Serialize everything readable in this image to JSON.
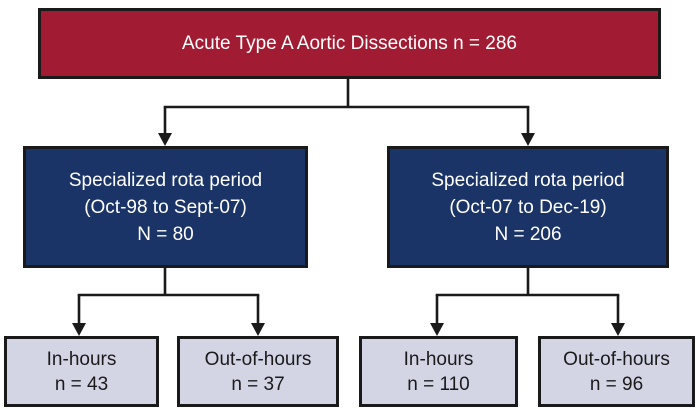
{
  "colors": {
    "root_box_bg": "#a11c33",
    "period_box_bg": "#1b3467",
    "leaf_box_bg": "#d3d5e5",
    "box_border": "#1a1a1a",
    "connector": "#1a1a1a",
    "root_text": "#ffffff",
    "period_text": "#ffffff",
    "leaf_text": "#1a1a1a"
  },
  "flowchart": {
    "root": {
      "label": "Acute Type A Aortic Dissections n = 286"
    },
    "periods": [
      {
        "title": "Specialized rota period",
        "range": "(Oct-98 to Sept-07)",
        "count": "N = 80",
        "children": [
          {
            "label": "In-hours",
            "count": "n = 43"
          },
          {
            "label": "Out-of-hours",
            "count": "n = 37"
          }
        ]
      },
      {
        "title": "Specialized rota period",
        "range": "(Oct-07 to Dec-19)",
        "count": "N = 206",
        "children": [
          {
            "label": "In-hours",
            "count": "n = 110"
          },
          {
            "label": "Out-of-hours",
            "count": "n = 96"
          }
        ]
      }
    ]
  }
}
